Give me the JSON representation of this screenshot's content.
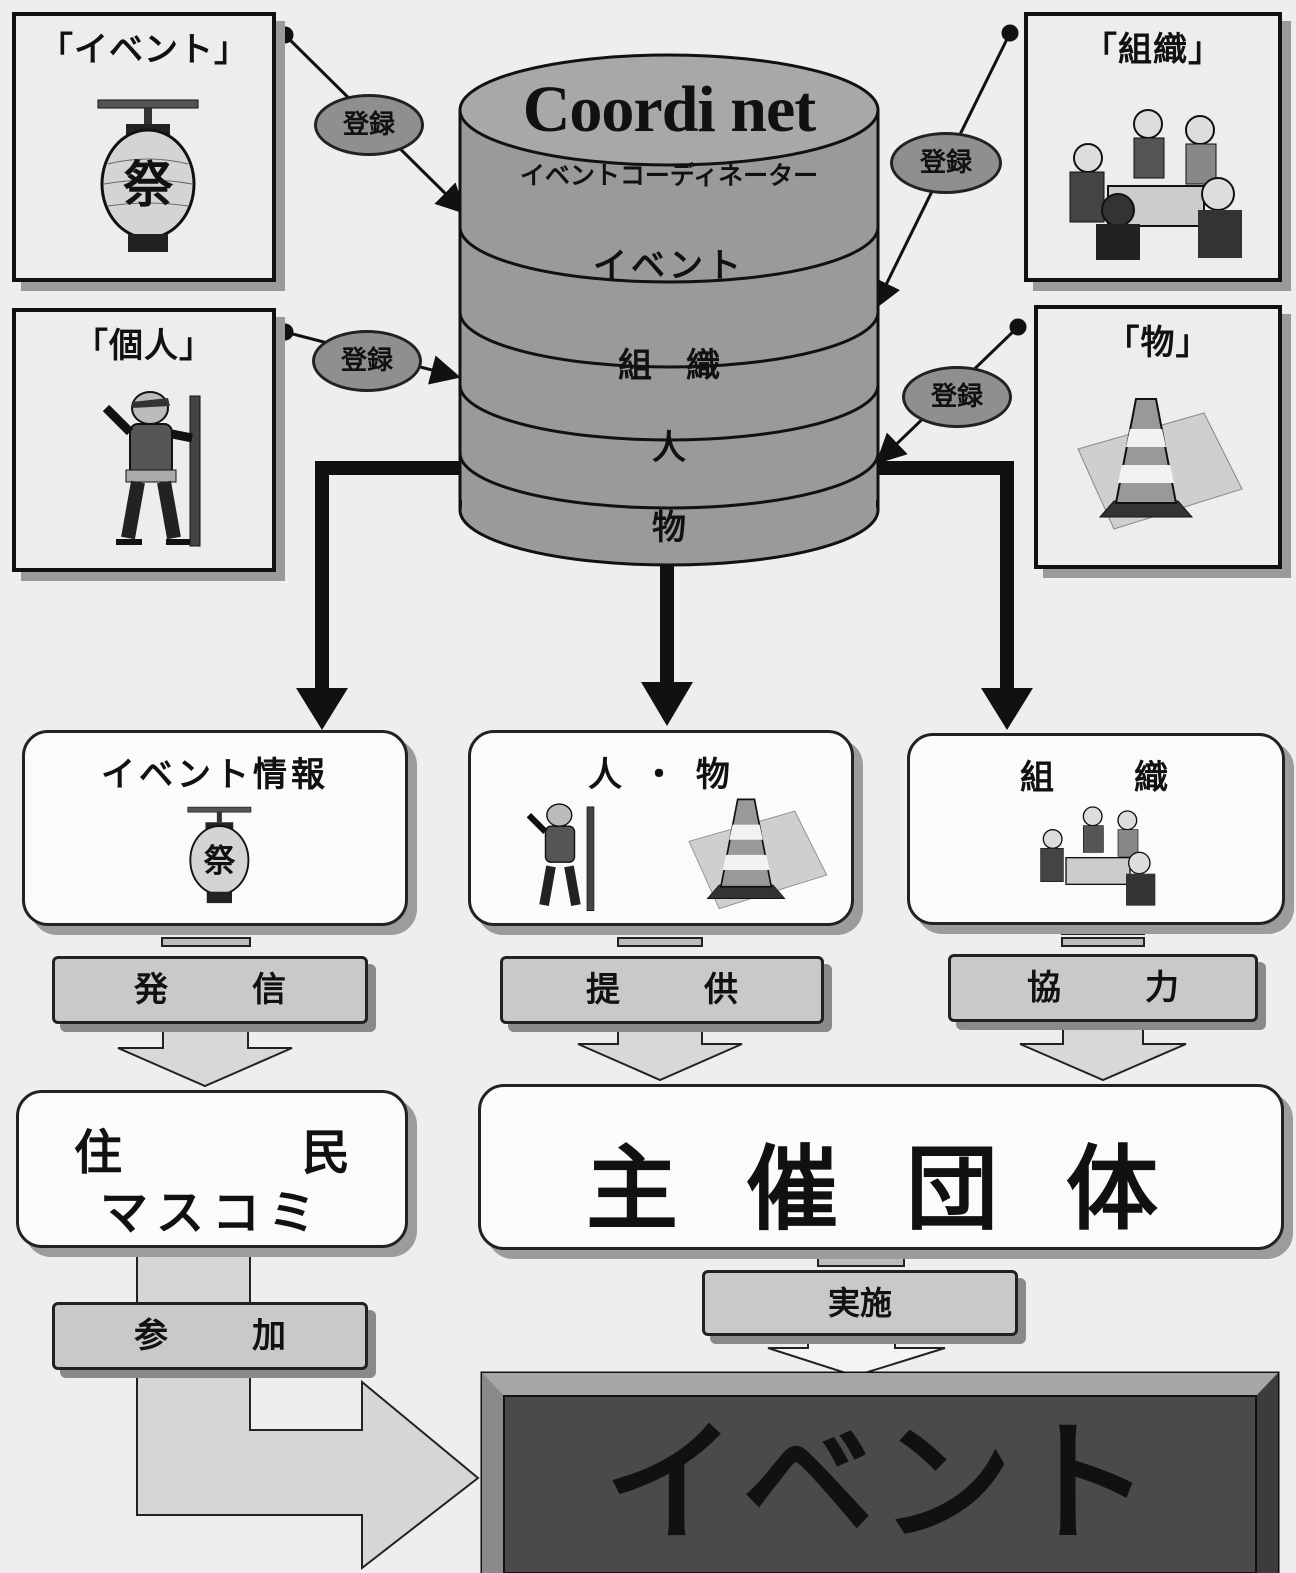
{
  "database": {
    "title": "Coordi net",
    "subtitle": "イベントコーディネーター",
    "layers": [
      "イベント",
      "組　織",
      "人",
      "物"
    ]
  },
  "sources": {
    "event": {
      "label": "「イベント」",
      "icon": "lantern-icon"
    },
    "person": {
      "label": "「個人」",
      "icon": "worker-icon"
    },
    "org": {
      "label": "「組織」",
      "icon": "meeting-icon"
    },
    "thing": {
      "label": "「物」",
      "icon": "traffic-cone-icon"
    }
  },
  "register_label": "登録",
  "outputs": {
    "event_info": {
      "title": "イベント情報",
      "action": [
        "発",
        "信"
      ]
    },
    "people_things": {
      "title": "人 ・ 物",
      "action": [
        "提",
        "供"
      ]
    },
    "org": {
      "title": "組　　織",
      "action": [
        "協",
        "力"
      ]
    }
  },
  "residents": {
    "line1": [
      "住",
      "民"
    ],
    "line2": "マスコミ"
  },
  "organizer": "主 催 団 体",
  "participate": [
    "参",
    "加"
  ],
  "implement": "実施",
  "event_final": "イベント",
  "lantern_char": "祭",
  "colors": {
    "background": "#eeeeee",
    "dark": "#111111",
    "cylinder": "#9a9a9a",
    "event_box": "#4a4a4a"
  }
}
